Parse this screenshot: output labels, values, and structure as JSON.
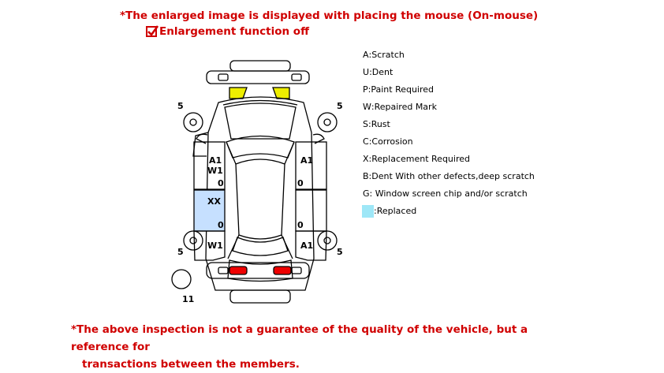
{
  "header": {
    "note": "*The enlarged image is displayed with placing the mouse (On-mouse)",
    "toggle_label": "Enlargement function off",
    "toggle_checked": true
  },
  "diagram": {
    "marks": {
      "left_front": "5",
      "right_front": "5",
      "left_rear": "5",
      "right_rear": "5",
      "spare": "11",
      "left_front_door_1": "A1",
      "left_front_door_2": "W1",
      "left_front_door_3": "0",
      "left_rear_door_1": "XX",
      "left_rear_door_2": "0",
      "left_rear_panel": "W1",
      "right_front_door_1": "A1",
      "right_front_door_2": "0",
      "right_rear_door_1": "0",
      "right_rear_panel": "A1"
    },
    "colors": {
      "replaced": "#c6e0ff",
      "headlights": "#eeee00",
      "taillights": "#ee0000",
      "outline": "#000000"
    }
  },
  "legend": [
    {
      "code": "A",
      "label": ":Scratch"
    },
    {
      "code": "U",
      "label": ":Dent"
    },
    {
      "code": "P",
      "label": ":Paint Required"
    },
    {
      "code": "W",
      "label": ":Repaired Mark"
    },
    {
      "code": "S",
      "label": ":Rust"
    },
    {
      "code": "C",
      "label": ":Corrosion"
    },
    {
      "code": "X",
      "label": ":Replacement Required"
    },
    {
      "code": "B",
      "label": ":Dent With other defects,deep scratch"
    },
    {
      "code": "G",
      "label": ": Window screen chip and/or scratch"
    }
  ],
  "legend_replaced": {
    "label": ":Replaced",
    "color": "#9ee7f7"
  },
  "footer": {
    "line1": "*The above inspection is not a guarantee of the quality of the vehicle, but a reference for",
    "line2": "transactions between the members."
  }
}
